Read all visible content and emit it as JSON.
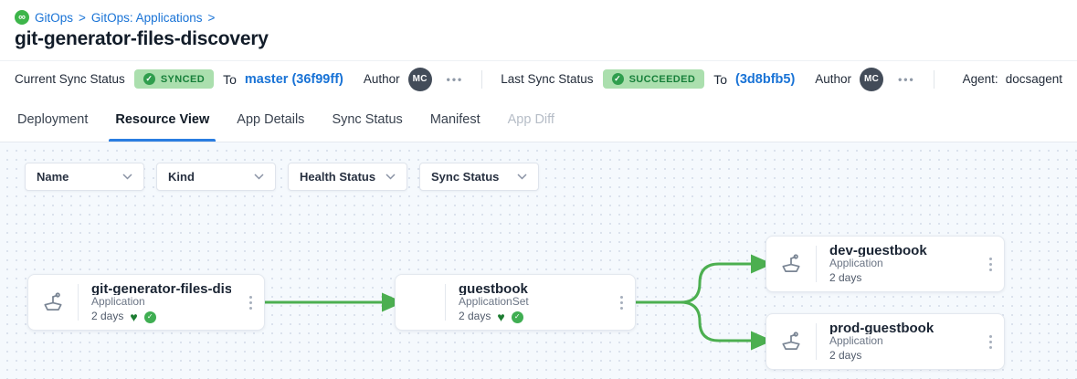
{
  "breadcrumb": {
    "items": [
      {
        "label": "GitOps"
      },
      {
        "label": "GitOps: Applications"
      }
    ],
    "separator": ">"
  },
  "page_title": "git-generator-files-discovery",
  "status_bar": {
    "current_sync": {
      "label": "Current Sync Status",
      "badge": "SYNCED",
      "to_label": "To",
      "revision": "master (36f99ff)",
      "author_label": "Author",
      "author_initials": "MC",
      "menu": "•••"
    },
    "last_sync": {
      "label": "Last Sync Status",
      "badge": "SUCCEEDED",
      "to_label": "To",
      "revision": "(3d8bfb5)",
      "author_label": "Author",
      "author_initials": "MC",
      "menu": "•••"
    },
    "agent_label": "Agent:",
    "agent_value": "docsagent"
  },
  "tabs": [
    {
      "label": "Deployment",
      "state": "normal"
    },
    {
      "label": "Resource View",
      "state": "active"
    },
    {
      "label": "App Details",
      "state": "normal"
    },
    {
      "label": "Sync Status",
      "state": "normal"
    },
    {
      "label": "Manifest",
      "state": "normal"
    },
    {
      "label": "App Diff",
      "state": "disabled"
    }
  ],
  "filters": [
    {
      "label": "Name"
    },
    {
      "label": "Kind"
    },
    {
      "label": "Health Status"
    },
    {
      "label": "Sync Status"
    }
  ],
  "graph": {
    "nodes": [
      {
        "title": "git-generator-files-disco...",
        "kind": "Application",
        "age": "2 days",
        "healthy": true,
        "synced": true
      },
      {
        "title": "guestbook",
        "kind": "ApplicationSet",
        "age": "2 days",
        "healthy": true,
        "synced": true
      },
      {
        "title": "dev-guestbook",
        "kind": "Application",
        "age": "2 days",
        "healthy": false,
        "synced": false
      },
      {
        "title": "prod-guestbook",
        "kind": "Application",
        "age": "2 days",
        "healthy": false,
        "synced": false
      }
    ]
  },
  "glyphs": {
    "infinity": "∞",
    "heart": "♥",
    "check": "✓"
  },
  "colors": {
    "edge_green": "#4caf50",
    "badge_bg": "#abdfae",
    "badge_text": "#17803a",
    "link_blue": "#1973d6"
  }
}
